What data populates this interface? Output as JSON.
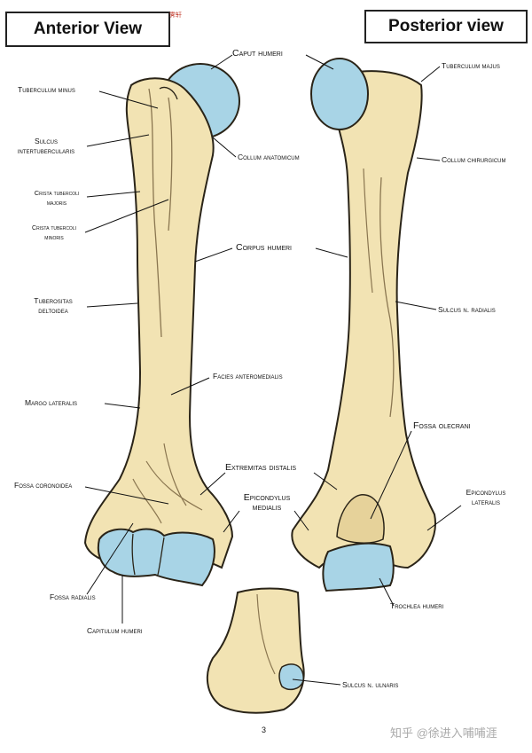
{
  "titles": {
    "anterior": "Anterior View",
    "posterior": "Posterior view"
  },
  "labels": {
    "caput_humeri": "Caput humeri",
    "tuberculum_minus": "Tuberculum minus",
    "sulcus_intertubercularis_1": "Sulcus",
    "sulcus_intertubercularis_2": "intertubercularis",
    "crista_tubercoli_majoris_1": "Crista tubercoli",
    "crista_tubercoli_majoris_2": "majoris",
    "crista_tubercoli_minoris_1": "Crista tubercoli",
    "crista_tubercoli_minoris_2": "minoris",
    "tuberositas_deltoidea_1": "Tuberositas",
    "tuberositas_deltoidea_2": "deltoidea",
    "margo_lateralis": "Margo lateralis",
    "fossa_coronoidea": "Fossa coronoidea",
    "fossa_radialis": "Fossa radialis",
    "capitulum_humeri": "Capitulum humeri",
    "collum_anatomicum": "Collum anatomicum",
    "corpus_humeri": "Corpus humeri",
    "facies_anteromedialis": "Facies anteromedialis",
    "extremitas_distalis": "Extremitas distalis",
    "epicondylus_medialis_1": "Epicondylus",
    "epicondylus_medialis_2": "medialis",
    "tuberculum_majus": "Tuberculum majus",
    "collum_chirurgicum": "Collum chirurgicum",
    "sulcus_n_radialis": "Sulcus n. radialis",
    "fossa_olecrani": "Fossa olecrani",
    "epicondylus_lateralis_1": "Epicondylus",
    "epicondylus_lateralis_2": "lateralis",
    "trochlea_humeri": "Trochlea humeri",
    "sulcus_n_ulnaris": "Sulcus n. ulnaris"
  },
  "page_number": "3",
  "watermark": "知乎 @徐进入哺哺涯",
  "stamp": "霁轩",
  "colors": {
    "bone": "#f2e3b3",
    "cartilage": "#a8d4e6",
    "outline": "#2a2418",
    "shade": "#b8a578"
  }
}
